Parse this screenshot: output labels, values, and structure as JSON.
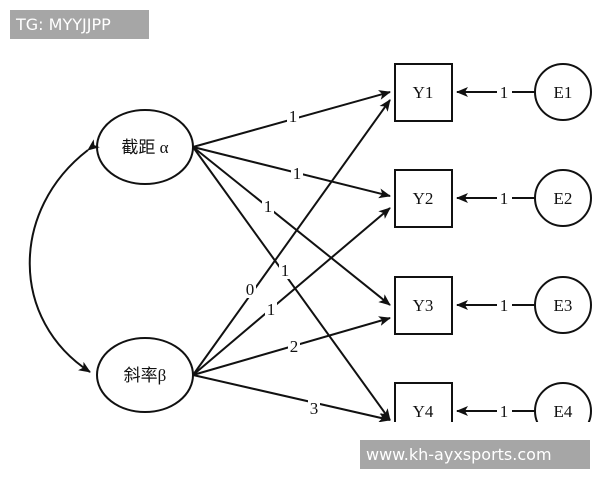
{
  "watermarks": {
    "top": "TG: MYYJJPP",
    "bottom": "www.kh-ayxsports.com"
  },
  "latent": [
    {
      "label": "截距 α"
    },
    {
      "label": "斜率β"
    }
  ],
  "observed": [
    "Y1",
    "Y2",
    "Y3",
    "Y4"
  ],
  "errors": [
    "E1",
    "E2",
    "E3",
    "E4"
  ],
  "intercept_loadings": [
    "1",
    "1",
    "1",
    "1"
  ],
  "slope_loadings": [
    "0",
    "1",
    "2",
    "3"
  ],
  "error_loadings": [
    "1",
    "1",
    "1",
    "1"
  ]
}
